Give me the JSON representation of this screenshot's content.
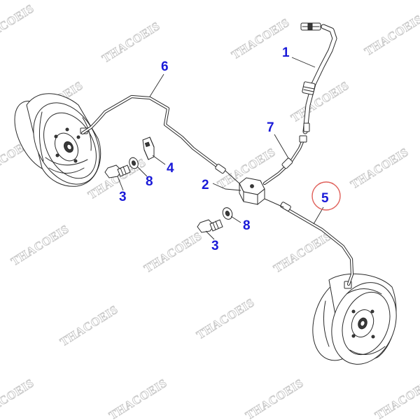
{
  "watermark": {
    "text": "THACOEIS"
  },
  "callouts": [
    {
      "id": "1",
      "label": "1"
    },
    {
      "id": "2",
      "label": "2"
    },
    {
      "id": "3a",
      "label": "3"
    },
    {
      "id": "3b",
      "label": "3"
    },
    {
      "id": "4",
      "label": "4"
    },
    {
      "id": "5",
      "label": "5",
      "highlighted": true
    },
    {
      "id": "6",
      "label": "6"
    },
    {
      "id": "7",
      "label": "7"
    },
    {
      "id": "8a",
      "label": "8"
    },
    {
      "id": "8b",
      "label": "8"
    }
  ],
  "colors": {
    "callout_text": "#1a1ad8",
    "highlight_ring": "#e0605a",
    "line": "#2a2a2a",
    "watermark": "#c9c9c9"
  }
}
